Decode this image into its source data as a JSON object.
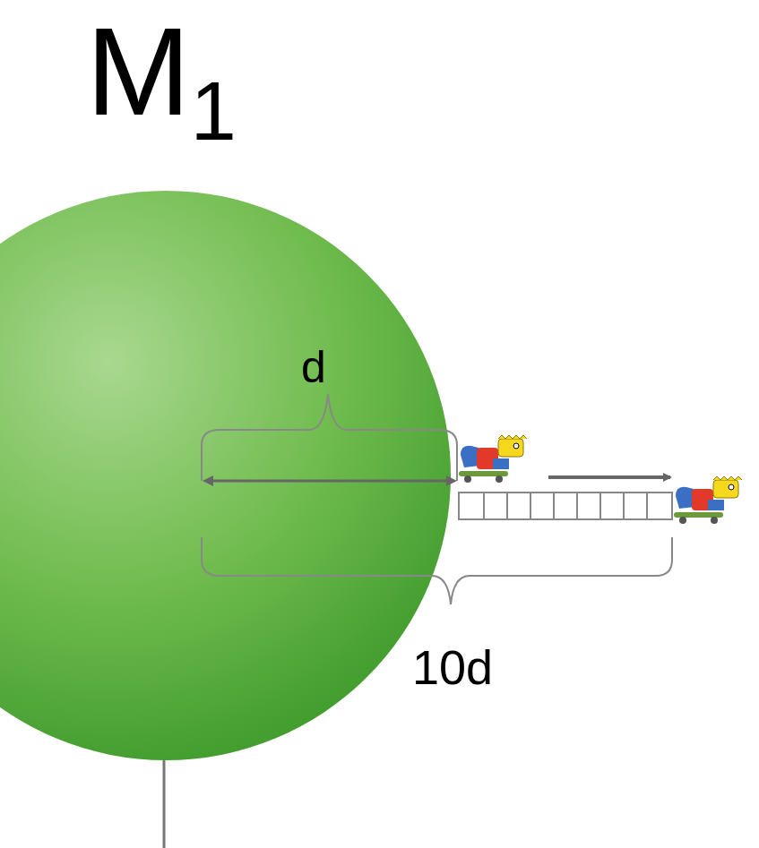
{
  "diagram": {
    "labels": [
      "M1",
      "d",
      "10d"
    ]
  }
}
